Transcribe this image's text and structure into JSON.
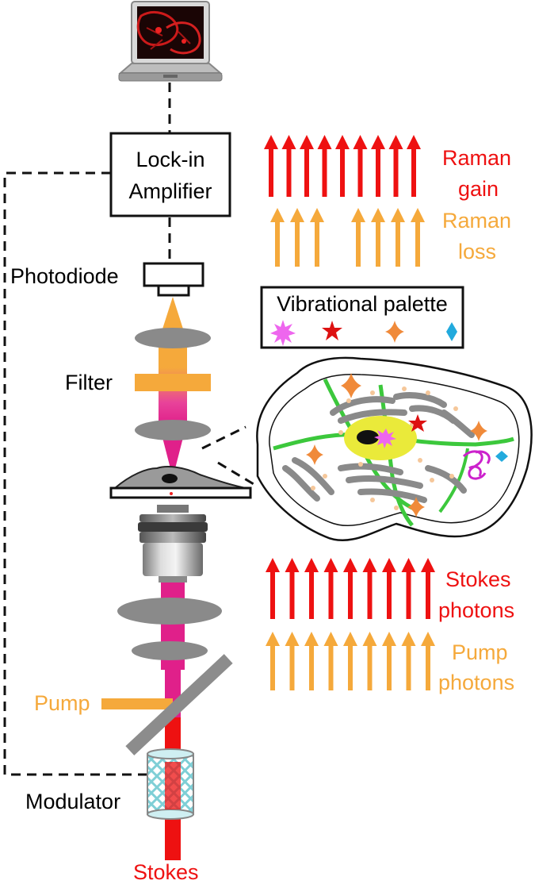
{
  "labels": {
    "lock_in_line1": "Lock-in",
    "lock_in_line2": "Amplifier",
    "photodiode": "Photodiode",
    "filter": "Filter",
    "pump": "Pump",
    "modulator": "Modulator",
    "stokes": "Stokes"
  },
  "legend": {
    "raman_gain_line1": "Raman",
    "raman_gain_line2": "gain",
    "raman_loss_line1": "Raman",
    "raman_loss_line2": "loss",
    "palette_title": "Vibrational palette",
    "palette_icons": [
      "magenta-burst-icon",
      "red-star-icon",
      "orange-four-point-star-icon",
      "blue-diamond-icon"
    ],
    "stokes_photons_line1": "Stokes",
    "stokes_photons_line2": "photons",
    "pump_photons_line1": "Pump",
    "pump_photons_line2": "photons"
  },
  "colors": {
    "stokes_red": "#ee1111",
    "pump_orange": "#f5a93b",
    "beam_magenta": "#e0208a",
    "optic_gray": "#8a8a8a",
    "membrane_green": "#3cc83c",
    "nucleus_yellow": "#eaea3a",
    "palette_magenta": "#ee66ee",
    "palette_blue": "#22aadd"
  }
}
